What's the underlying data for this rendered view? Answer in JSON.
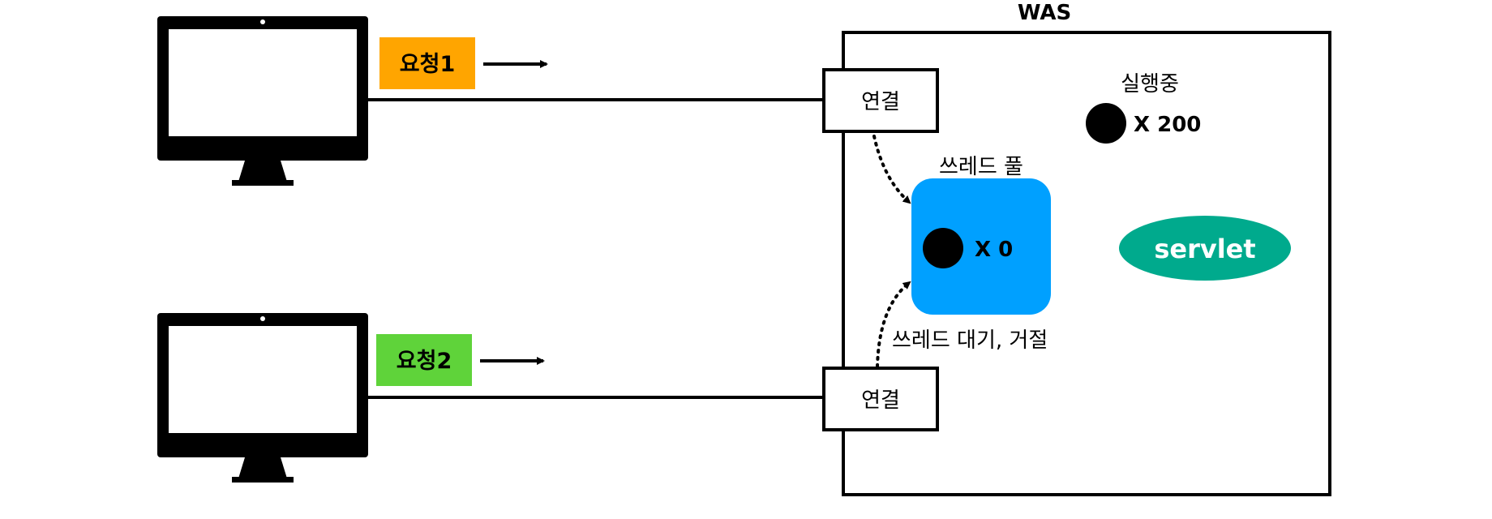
{
  "was": {
    "title": "WAS"
  },
  "clients": [
    {
      "request_label": "요청1",
      "request_color": "#FFA500"
    },
    {
      "request_label": "요청2",
      "request_color": "#5FD33A"
    }
  ],
  "connections": [
    {
      "label": "연결"
    },
    {
      "label": "연결"
    }
  ],
  "running": {
    "label": "실행중",
    "count_text": "X 200"
  },
  "thread_pool": {
    "label": "쓰레드 풀",
    "count_text": "X 0",
    "color": "#00A0FF"
  },
  "wait_reject": {
    "label": "쓰레드 대기, 거절"
  },
  "servlet": {
    "label": "servlet",
    "color": "#00AA8D"
  }
}
